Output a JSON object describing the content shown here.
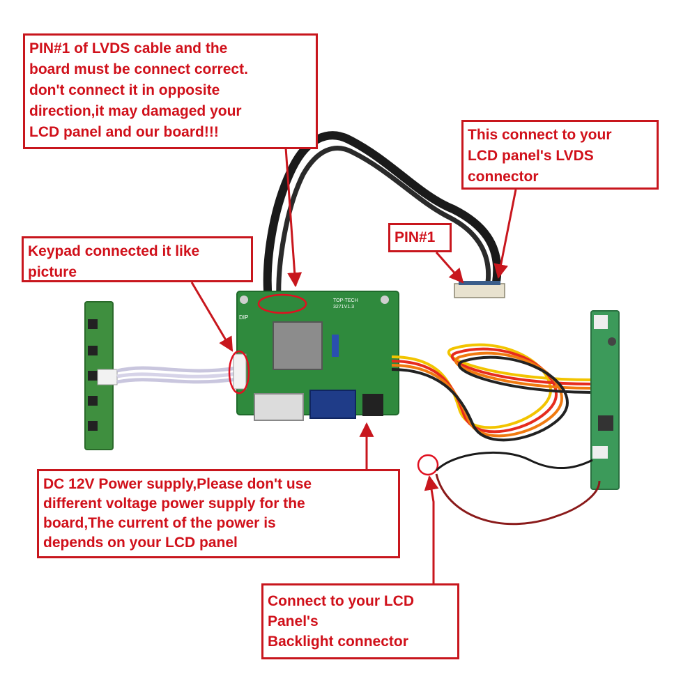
{
  "callouts": {
    "pin1_warning": [
      "PIN#1 of LVDS cable and the",
      "board must be connect correct.",
      "don't connect it in opposite",
      "direction,it may damaged your",
      "LCD panel and our board!!!"
    ],
    "lvds_connect": [
      "This connect to your",
      "LCD panel's LVDS",
      "connector"
    ],
    "pin1": [
      "PIN#1"
    ],
    "keypad": [
      "Keypad connected it like",
      "picture"
    ],
    "power": [
      "DC 12V Power supply,Please don't use",
      "different voltage power supply for the",
      "board,The current of the power is",
      "depends on your LCD panel"
    ],
    "backlight": [
      "Connect to your LCD",
      "Panel's",
      "Backlight connector"
    ]
  },
  "board_labels": {
    "brand": "TOP-TECH",
    "model": "3271V1.3",
    "dip": "DIP"
  },
  "colors": {
    "callout_border": "#c8161d",
    "callout_text": "#d0101a",
    "pcb_green": "#2f8a3d",
    "cable_black": "#1a1a1a"
  }
}
